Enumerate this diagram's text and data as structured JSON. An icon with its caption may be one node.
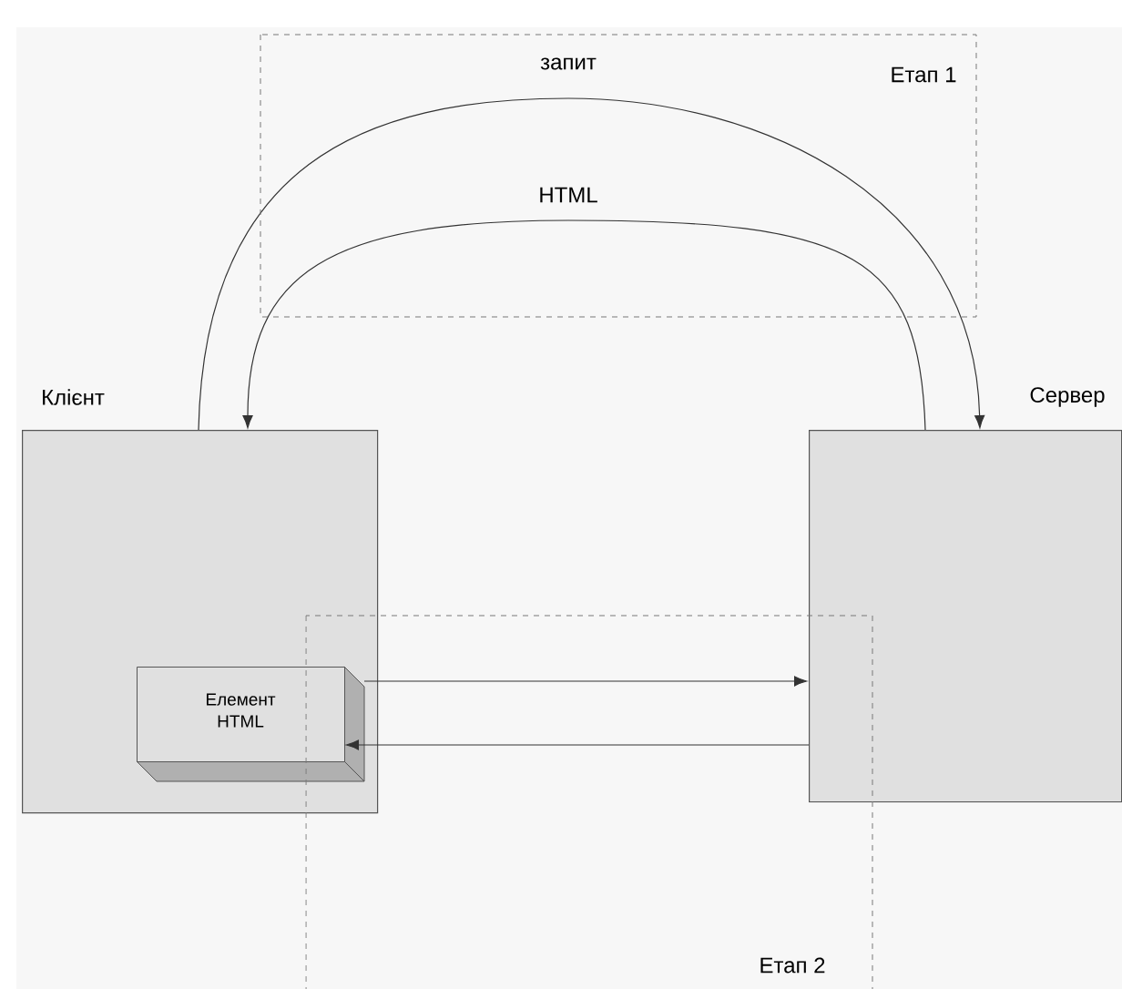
{
  "diagram": {
    "nodes": [
      {
        "text": [
          "Клієнт"
        ]
      },
      {
        "text": [
          "Елемент HTML"
        ],
        "in": 0
      },
      {
        "text": [
          "Сервер"
        ]
      }
    ],
    "edges": [
      {
        "from": 0,
        "to": 2,
        "arrow": "to",
        "label": "запит"
      },
      {
        "from": 2,
        "to": 0,
        "arrow": "to",
        "label": "HTML"
      },
      {
        "from": 1,
        "to": 2,
        "arrow": "to"
      },
      {
        "from": 2,
        "to": 1,
        "arrow": "to"
      }
    ],
    "labels": [
      "Етап 1",
      "Етап 2"
    ]
  }
}
